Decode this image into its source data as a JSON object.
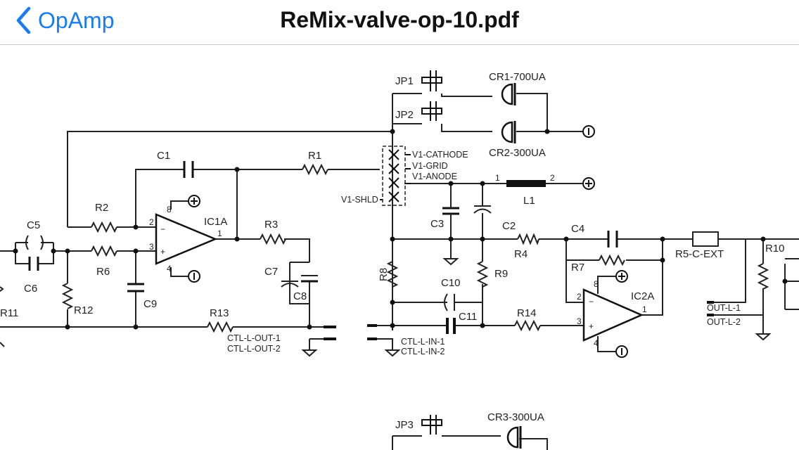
{
  "nav": {
    "back_label": "OpAmp",
    "title": "ReMix-valve-op-10.pdf",
    "accent_color": "#1a7cf5"
  },
  "schematic": {
    "labels": {
      "jp1": "JP1",
      "jp2": "JP2",
      "jp3": "JP3",
      "cr1": "CR1-700UA",
      "cr2": "CR2-300UA",
      "cr3": "CR3-300UA",
      "c1": "C1",
      "r1": "R1",
      "v1_cathode": "V1-CATHODE",
      "v1_grid": "V1-GRID",
      "v1_anode": "V1-ANODE",
      "v1_shld": "V1-SHLD",
      "l1": "L1",
      "c2": "C2",
      "c3": "C3",
      "c4": "C4",
      "c5": "C5",
      "c6": "C6",
      "c7": "C7",
      "c8": "C8",
      "c9": "C9",
      "c10": "C10",
      "c11": "C11",
      "r2": "R2",
      "r3": "R3",
      "r4": "R4",
      "r5": "R5-C-EXT",
      "r6": "R6",
      "r7": "R7",
      "r8": "R8",
      "r9": "R9",
      "r10": "R10",
      "r11": "R11",
      "r12": "R12",
      "r13": "R13",
      "r14": "R14",
      "ic1a": "IC1A",
      "ic2a": "IC2A",
      "ctl_l_out_1": "CTL-L-OUT-1",
      "ctl_l_out_2": "CTL-L-OUT-2",
      "ctl_l_in_1": "CTL-L-IN-1",
      "ctl_l_in_2": "CTL-L-IN-2",
      "out_l_1": "OUT-L-1",
      "out_l_2": "OUT-L-2",
      "pin1": "1",
      "pin2": "2",
      "pin3": "3",
      "pin4": "4",
      "pin8": "8",
      "minus": "−",
      "plus": "+"
    }
  }
}
